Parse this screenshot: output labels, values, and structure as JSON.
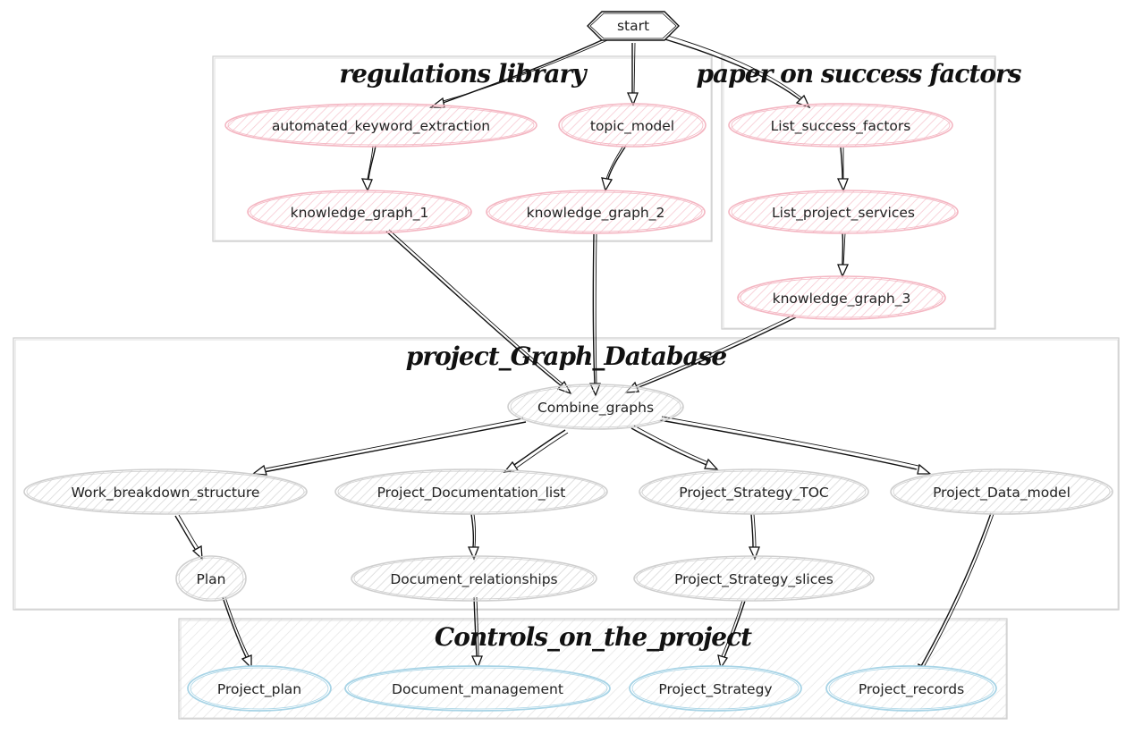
{
  "clusters": {
    "regulations": {
      "title": "regulations library"
    },
    "paper": {
      "title": "paper on success factors"
    },
    "database": {
      "title": "project_Graph_Database"
    },
    "controls": {
      "title": "Controls_on_the_project"
    }
  },
  "nodes": {
    "start": "start",
    "automated_keyword_extraction": "automated_keyword_extraction",
    "topic_model": "topic_model",
    "knowledge_graph_1": "knowledge_graph_1",
    "knowledge_graph_2": "knowledge_graph_2",
    "list_success_factors": "List_success_factors",
    "list_project_services": "List_project_services",
    "knowledge_graph_3": "knowledge_graph_3",
    "combine_graphs": "Combine_graphs",
    "work_breakdown_structure": "Work_breakdown_structure",
    "project_documentation_list": "Project_Documentation_list",
    "project_strategy_toc": "Project_Strategy_TOC",
    "project_data_model": "Project_Data_model",
    "plan": "Plan",
    "document_relationships": "Document_relationships",
    "project_strategy_slices": "Project_Strategy_slices",
    "project_plan": "Project_plan",
    "document_management": "Document_management",
    "project_strategy": "Project_Strategy",
    "project_records": "Project_records"
  },
  "colors": {
    "pink_stroke": "#f4b6c2",
    "pink_hatch": "#f7c9d2",
    "blue_stroke": "#a8d4e6",
    "gray_stroke": "#cfcfcf",
    "gray_hatch": "#d6d6d6",
    "cluster_border": "#cccccc",
    "edge": "#111111"
  }
}
